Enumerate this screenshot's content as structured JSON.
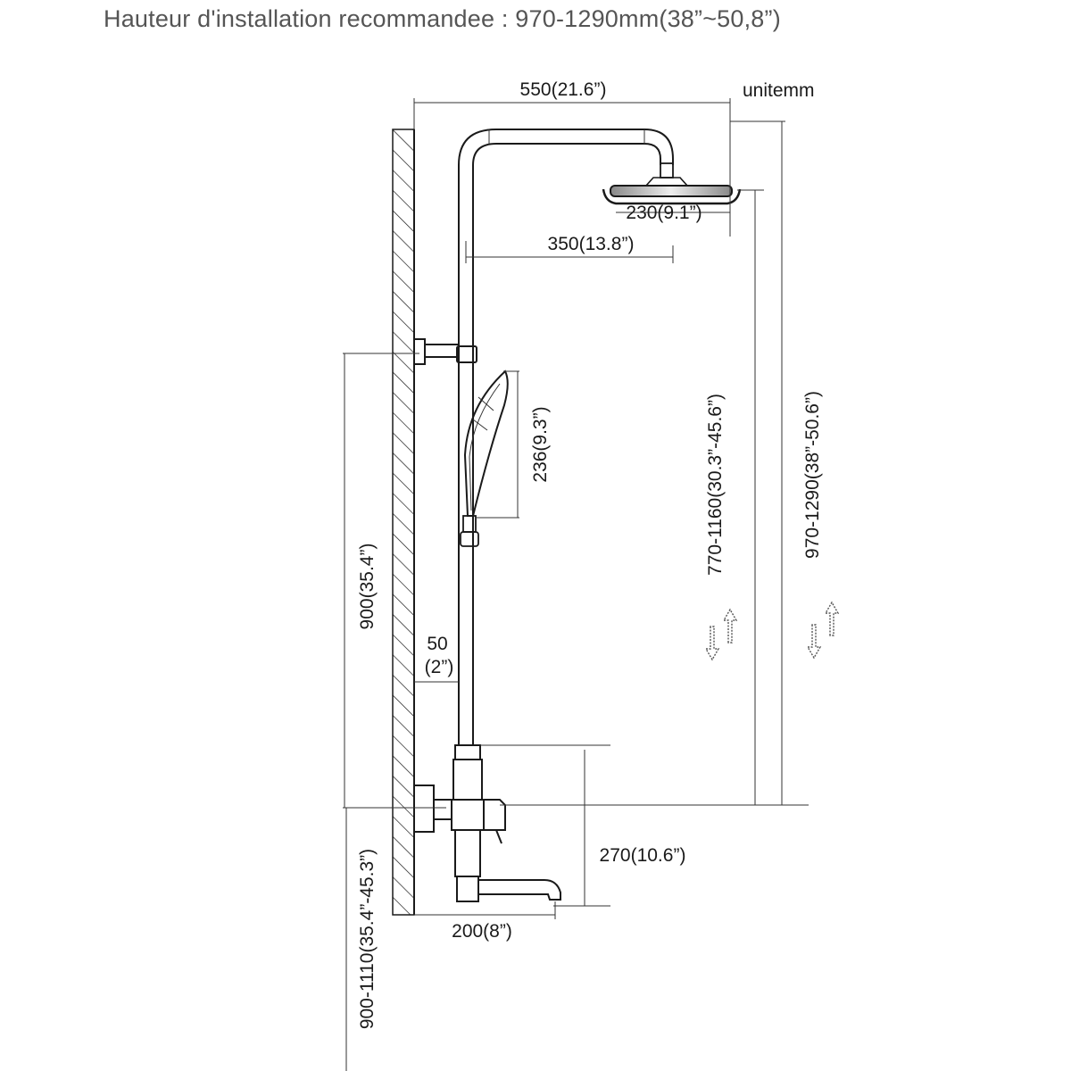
{
  "header": {
    "title": "Hauteur d'installation recommandee : 970-1290mm(38”~50,8”)"
  },
  "unit_label": "unitemm",
  "dimensions": {
    "total_width": "550(21.6”)",
    "head_diameter": "230(9.1”)",
    "arm_reach": "350(13.8”)",
    "handset_length": "236(9.3”)",
    "mount_height": "900(35.4”)",
    "wall_gap_value": "50",
    "wall_gap_inch": "(2”)",
    "mixer_to_head_range": "770-1160(30.3”-45.6”)",
    "overall_range": "970-1290(38”-50.6”)",
    "mixer_height": "270(10.6”)",
    "spout_reach": "200(8”)",
    "floor_range": "900-1110(35.4”-45.3”)"
  },
  "icons": [
    "adjust-height-arrows-icon",
    "adjust-height-arrows-icon"
  ]
}
